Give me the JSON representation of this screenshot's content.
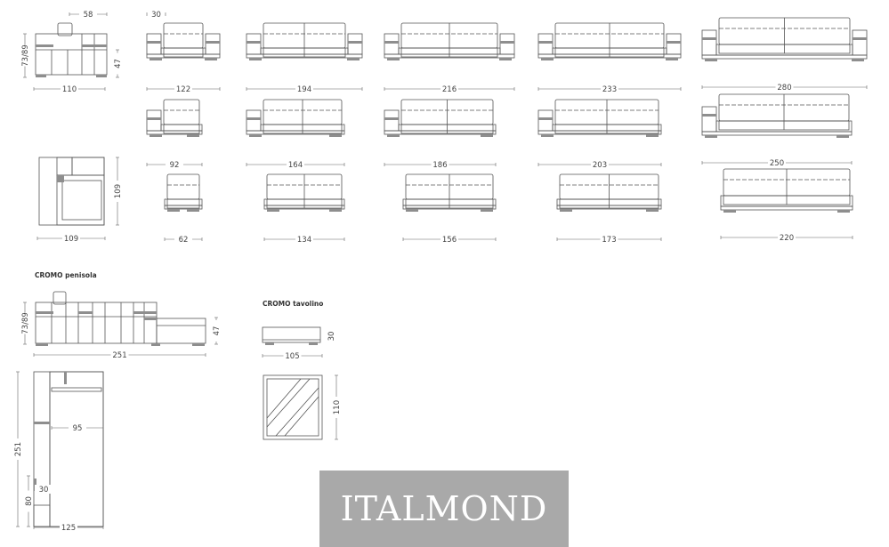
{
  "colors": {
    "line": "#555555",
    "grey": "#8e8e8e",
    "watermark_bg": "#a9a9a9",
    "watermark_text": "#ffffff"
  },
  "labels": {
    "arm_width": "58",
    "arm_depth": "30",
    "heights": "73/89",
    "seat_height": "47",
    "depth_label": "109",
    "corner_width": "109",
    "row1_widths": [
      "110",
      "122",
      "194",
      "216",
      "233",
      "280"
    ],
    "row2_widths": [
      "92",
      "164",
      "186",
      "203",
      "250"
    ],
    "row3_widths": [
      "62",
      "134",
      "156",
      "173",
      "220"
    ]
  },
  "penisola": {
    "title": "CROMO penisola",
    "heights": "73/89",
    "seat_height": "47",
    "width": "251",
    "depth": "251",
    "inner_width": "95",
    "arm": "30",
    "chaise": "80",
    "bottom_width": "125"
  },
  "tavolino": {
    "title": "CROMO tavolino",
    "height": "30",
    "width": "105",
    "depth": "110"
  },
  "watermark": "ITALMOND"
}
